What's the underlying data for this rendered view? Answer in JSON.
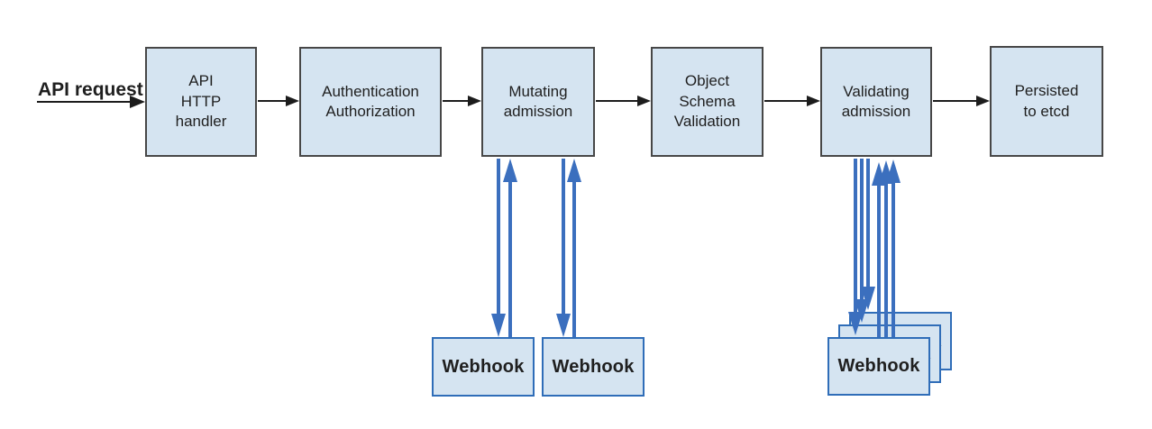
{
  "colors": {
    "node_fill": "#d5e4f1",
    "node_border": "#474747",
    "webhook_border": "#2f6db8",
    "arrow_black": "#1c1c1c",
    "arrow_blue": "#3b6fbe",
    "text": "#1f1f1f",
    "background": "#ffffff"
  },
  "flow": {
    "request_label": "API request",
    "nodes": [
      {
        "id": "api-http-handler",
        "label": "API\nHTTP\nhandler"
      },
      {
        "id": "authentication-authorization",
        "label": "Authentication\nAuthorization"
      },
      {
        "id": "mutating-admission",
        "label": "Mutating\nadmission"
      },
      {
        "id": "object-schema-validation",
        "label": "Object\nSchema\nValidation"
      },
      {
        "id": "validating-admission",
        "label": "Validating\nadmission"
      },
      {
        "id": "persisted-to-etcd",
        "label": "Persisted\nto etcd"
      }
    ],
    "mutating_webhooks": [
      {
        "label": "Webhook"
      },
      {
        "label": "Webhook"
      }
    ],
    "validating_webhooks": [
      {
        "label": "Webhook"
      },
      {
        "label": "Webhook"
      },
      {
        "label": "Webhook"
      }
    ]
  }
}
